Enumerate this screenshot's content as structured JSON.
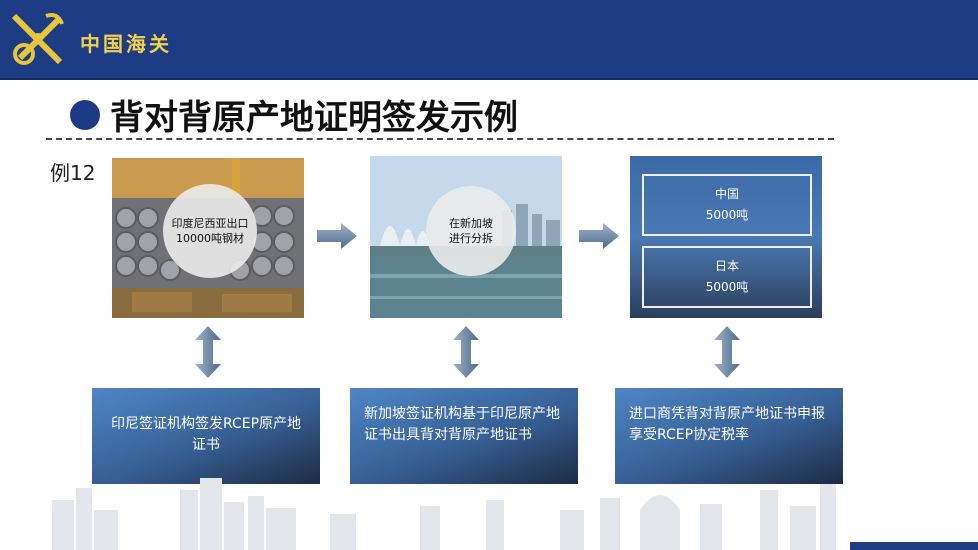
{
  "header": {
    "brand": "中国海关"
  },
  "slide": {
    "title": "背对背原产地证明签发示例",
    "example_label": "例12"
  },
  "flow": [
    {
      "circle_line1": "印度尼西亚出口",
      "circle_line2": "10000吨钢材"
    },
    {
      "circle_line1": "在新加坡",
      "circle_line2": "进行分拆"
    },
    {
      "box1_line1": "中国",
      "box1_line2": "5000吨",
      "box2_line1": "日本",
      "box2_line2": "5000吨"
    }
  ],
  "descriptions": [
    "印尼签证机构签发RCEP原产地证书",
    "新加坡签证机构基于印尼原产地证书出具背对背原产地证书",
    "进口商凭背对背原产地证书申报享受RCEP协定税率"
  ],
  "colors": {
    "header_bg": "#1d3c84",
    "brand_gold": "#f2d24b",
    "title_dot": "#1d3a86"
  }
}
